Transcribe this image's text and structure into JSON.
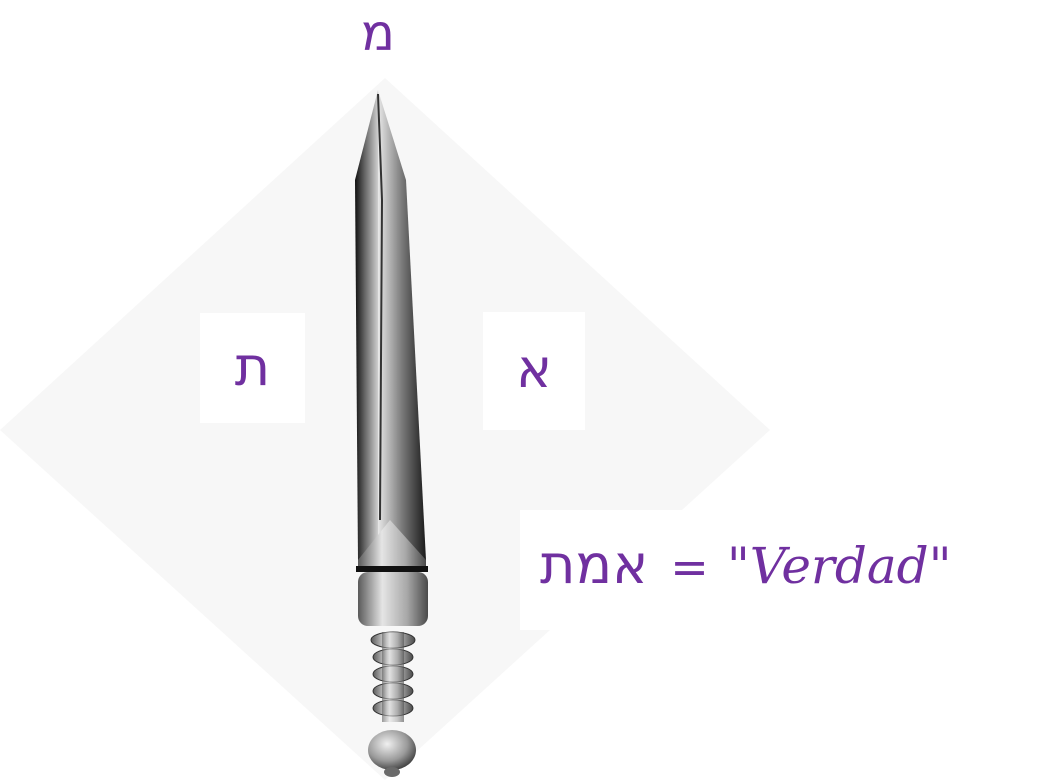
{
  "letters": {
    "top": "מ",
    "left": "ת",
    "right": "א"
  },
  "equation": {
    "hebrew_word": "אמת",
    "equals": "=",
    "translation": "\"Verdad\""
  },
  "colors": {
    "text": "#7030a0",
    "diamond": "#f7f7f7",
    "blade_dark": "#1a1a1a",
    "blade_light": "#d8d8d8",
    "hilt": "#9a9a9a"
  },
  "icons": {
    "sword": "sword-icon"
  }
}
